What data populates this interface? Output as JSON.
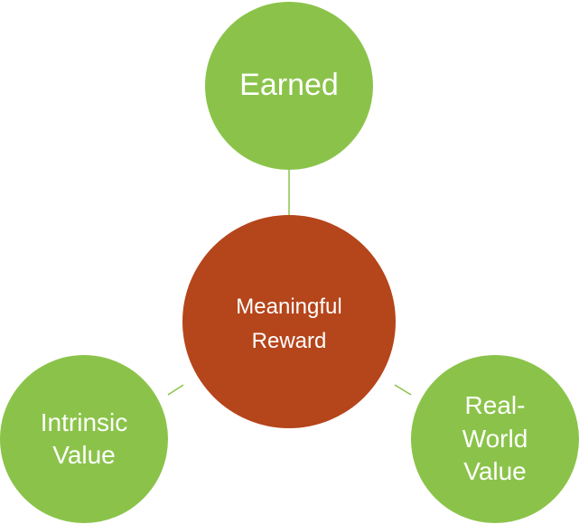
{
  "diagram": {
    "colors": {
      "outer_node": "#8bc34a",
      "center_node": "#b5451b",
      "connector": "#8bc34a",
      "text": "#ffffff"
    },
    "center": {
      "label": "Meaningful\nReward"
    },
    "nodes": {
      "top": {
        "label": "Earned"
      },
      "bottom_left": {
        "label": "Intrinsic\nValue"
      },
      "bottom_right": {
        "label": "Real-\nWorld\nValue"
      }
    }
  }
}
